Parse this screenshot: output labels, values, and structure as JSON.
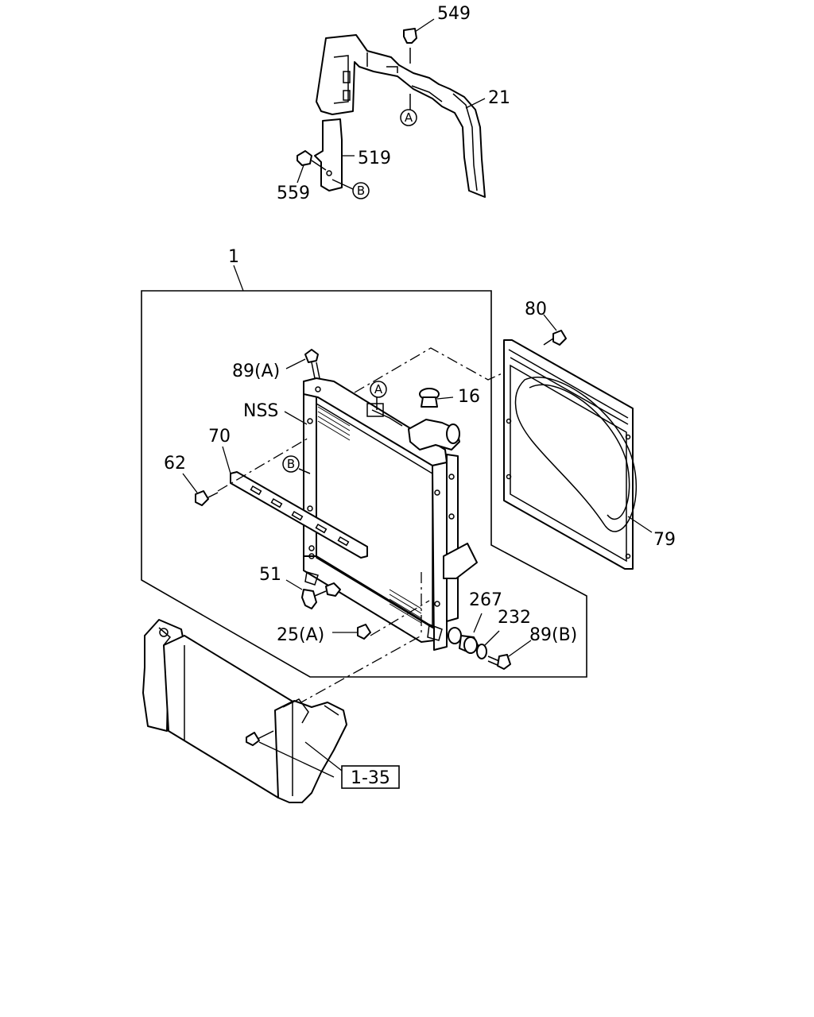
{
  "callouts": {
    "c549": "549",
    "c21": "21",
    "c519": "519",
    "c559": "559",
    "c1": "1",
    "c80": "80",
    "c89a": "89(A)",
    "c16": "16",
    "cnss": "NSS",
    "c70": "70",
    "c62": "62",
    "c79": "79",
    "c51": "51",
    "c267": "267",
    "c232": "232",
    "c89b": "89(B)",
    "c25a": "25(A)",
    "c135": "1-35"
  },
  "refs": {
    "a": "A",
    "b": "B"
  },
  "colors": {
    "line": "#000000",
    "background": "#ffffff"
  }
}
